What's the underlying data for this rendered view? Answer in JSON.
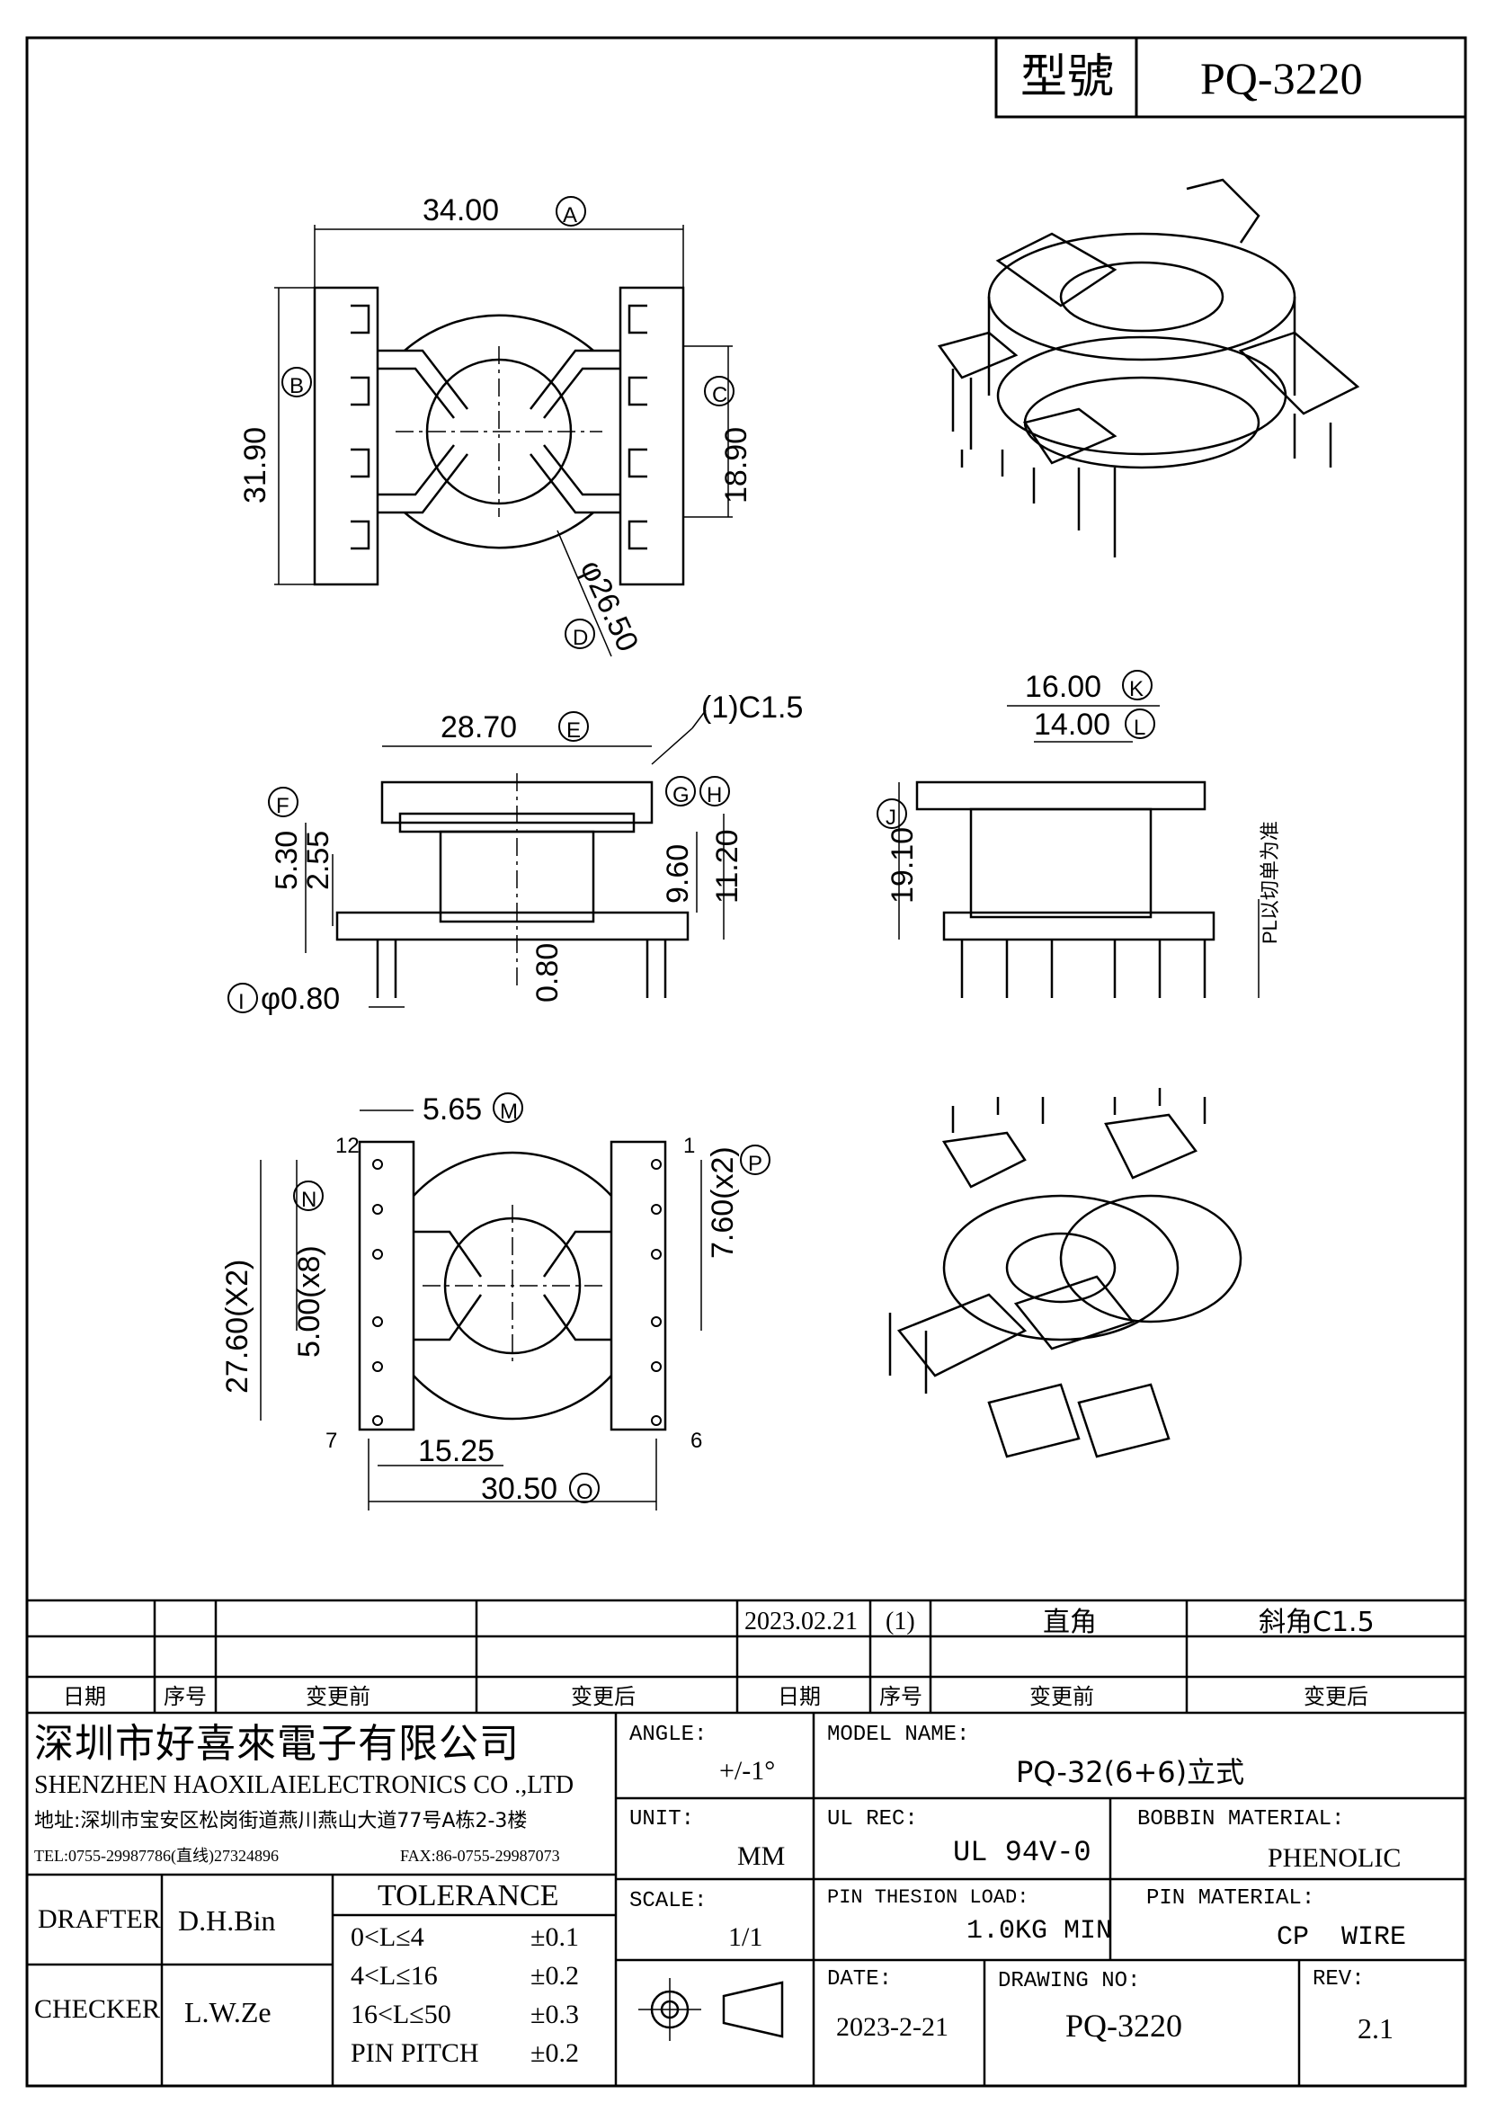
{
  "header": {
    "model_label": "型號",
    "model_value": "PQ-3220"
  },
  "views": {
    "top": {
      "width": "34.00",
      "width_tag": "A",
      "height": "31.90",
      "height_tag": "B",
      "inner_height": "18.90",
      "inner_height_tag": "C",
      "diameter": "φ26.50",
      "diameter_tag": "D"
    },
    "front": {
      "width": "28.70",
      "width_tag": "E",
      "chamfer": "(1)C1.5",
      "tag_f": "F",
      "tag_g": "G",
      "tag_h": "H",
      "dim_530": "5.30",
      "dim_255": "2.55",
      "dim_960": "9.60",
      "dim_1120": "11.20",
      "dim_080": "0.80",
      "pin_dia": "φ0.80",
      "pin_dia_tag": "I"
    },
    "side": {
      "width_outer": "16.00",
      "width_outer_tag": "K",
      "width_inner": "14.00",
      "width_inner_tag": "L",
      "height": "19.10",
      "height_tag": "J",
      "note": "PL以切单为准"
    },
    "bottom": {
      "pin_offset": "5.65",
      "pin_offset_tag": "M",
      "row_span": "27.60(X2)",
      "pitch": "5.00(x8)",
      "pitch_tag": "N",
      "pitch_right": "7.60(x2)",
      "pitch_right_tag": "P",
      "half_width": "15.25",
      "width": "30.50",
      "width_tag": "O",
      "pin_12": "12",
      "pin_1": "1",
      "pin_7": "7",
      "pin_6": "6"
    }
  },
  "revision_table": {
    "row": [
      "",
      "",
      "",
      "",
      "2023.02.21",
      "(1)",
      "直角",
      "斜角C1.5"
    ],
    "headers": [
      "日期",
      "序号",
      "变更前",
      "变更后",
      "日期",
      "序号",
      "变更前",
      "变更后"
    ]
  },
  "company": {
    "name_cn": "深圳市好喜來電子有限公司",
    "name_en": "SHENZHEN HAOXILAIELECTRONICS CO .,LTD",
    "address": "地址:深圳市宝安区松岗街道燕川燕山大道77号A栋2-3楼",
    "tel": "TEL:0755-29987786(直线)27324896",
    "fax": "FAX:86-0755-29987073"
  },
  "fields": {
    "angle_label": "ANGLE:",
    "angle_value": "+/-1°",
    "model_name_label": "MODEL NAME:",
    "model_name_value": "PQ-32(6+6)立式",
    "unit_label": "UNIT:",
    "unit_value": "MM",
    "ul_label": "UL REC:",
    "ul_value": "UL 94V-0",
    "bobbin_label": "BOBBIN MATERIAL:",
    "bobbin_value": "PHENOLIC",
    "scale_label": "SCALE:",
    "scale_value": "1/1",
    "pin_load_label": "PIN THESION LOAD:",
    "pin_load_value": "1.0KG MIN",
    "pin_mat_label": "PIN MATERIAL:",
    "pin_mat_value": "CP  WIRE",
    "date_label": "DATE:",
    "date_value": "2023-2-21",
    "drawing_no_label": "DRAWING NO:",
    "drawing_no_value": "PQ-3220",
    "rev_label": "REV:",
    "rev_value": "2.1",
    "drafter_label": "DRAFTER",
    "drafter_value": "D.H.Bin",
    "checker_label": "CHECKER",
    "checker_value": "L.W.Ze",
    "tolerance_title": "TOLERANCE",
    "tolerances": [
      {
        "range": "0<L≤4",
        "value": "±0.1"
      },
      {
        "range": "4<L≤16",
        "value": "±0.2"
      },
      {
        "range": "16<L≤50",
        "value": "±0.3"
      },
      {
        "range": "PIN PITCH",
        "value": "±0.2"
      }
    ]
  }
}
